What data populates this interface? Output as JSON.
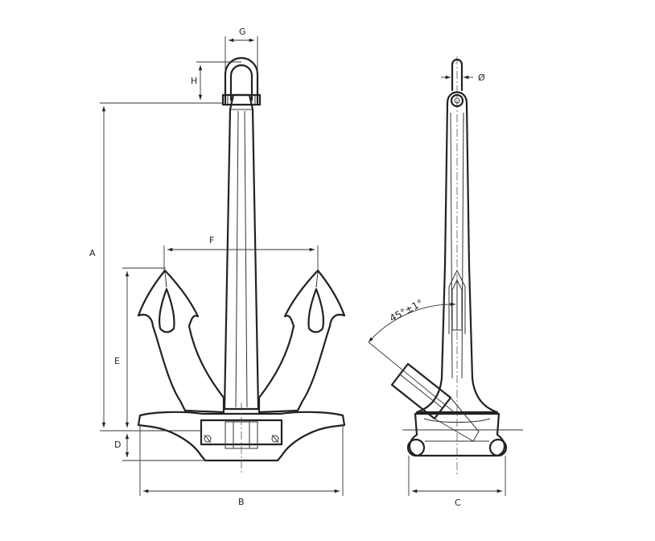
{
  "dimensions": {
    "A": "A",
    "B": "B",
    "C": "C",
    "D": "D",
    "E": "E",
    "F": "F",
    "G": "G",
    "H": "H",
    "diameter": "Ø"
  },
  "angle_label": "45°±1°"
}
